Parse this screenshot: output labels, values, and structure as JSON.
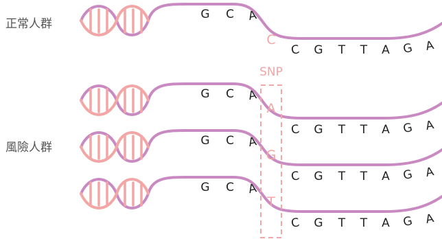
{
  "groups": {
    "normal_label": "正常人群",
    "risk_label": "風險人群"
  },
  "snp_label": "SNP",
  "prefix_bases": [
    "G",
    "C",
    "A"
  ],
  "suffix_bases": [
    "C",
    "G",
    "T",
    "T",
    "A",
    "G",
    "A"
  ],
  "rows": [
    {
      "group": "normal",
      "variant": "C"
    },
    {
      "group": "risk",
      "variant": "A"
    },
    {
      "group": "risk",
      "variant": "G"
    },
    {
      "group": "risk",
      "variant": "T"
    }
  ],
  "colors": {
    "strand": "#c98ac2",
    "helix_pink": "#f2a6a6",
    "snp": "#f2a6a6",
    "label_gray": "#555555",
    "base_text": "#222222"
  }
}
